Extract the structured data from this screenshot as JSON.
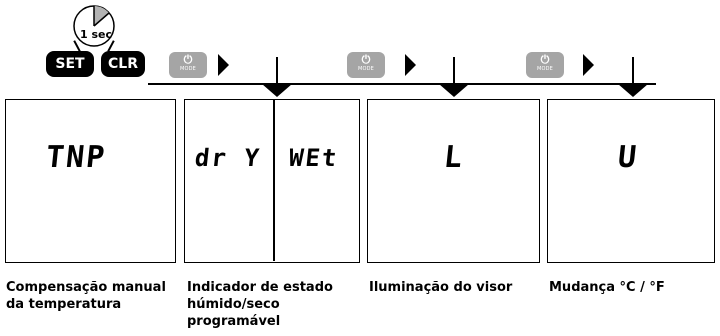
{
  "timer": {
    "label": "1 sec"
  },
  "buttons": {
    "set_label": "SET",
    "clr_label": "CLR"
  },
  "mode_button": {
    "icon_label": "MODE"
  },
  "panels": [
    {
      "display": "TNP",
      "caption": "Compensação manual\nda temperatura"
    },
    {
      "display_left": "dr Y",
      "display_right": "WEt",
      "caption": "Indicador de estado\nhúmido/seco\nprogramável"
    },
    {
      "display": "L",
      "caption": "Iluminação do visor"
    },
    {
      "display": "U",
      "caption": "Mudança °C / °F"
    }
  ]
}
